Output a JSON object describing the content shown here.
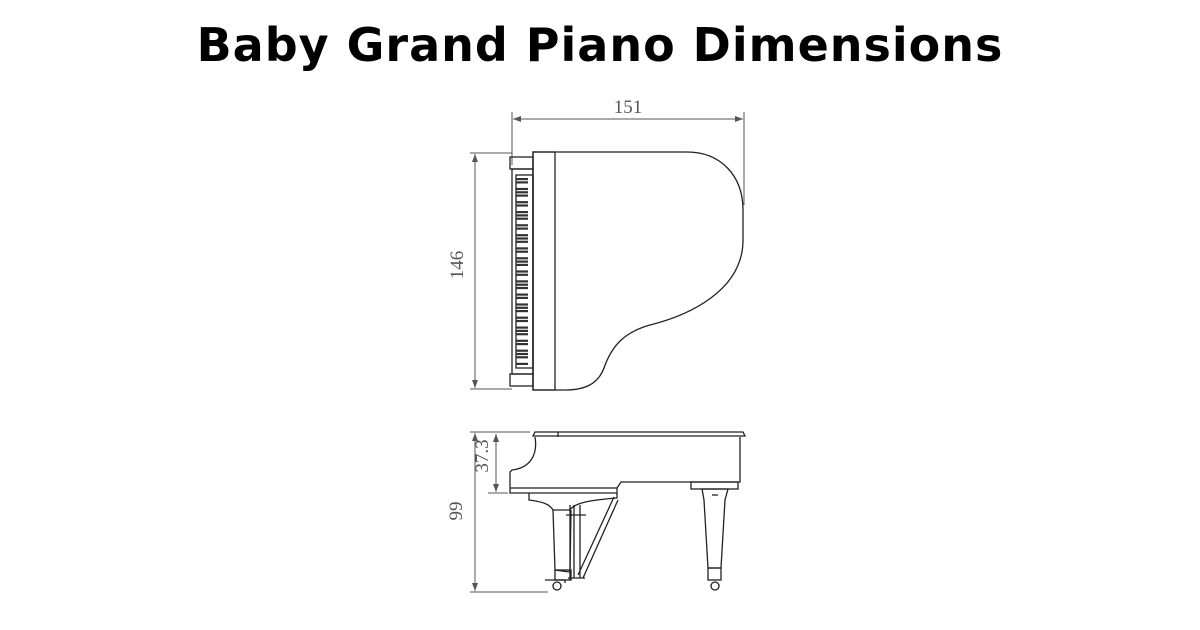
{
  "title": "Baby Grand Piano Dimensions",
  "dimensions": {
    "width": "151",
    "length": "146",
    "height": "99",
    "lid_height": "37.3"
  },
  "colors": {
    "line": "#222222",
    "dimension": "#555555",
    "background": "#ffffff"
  }
}
